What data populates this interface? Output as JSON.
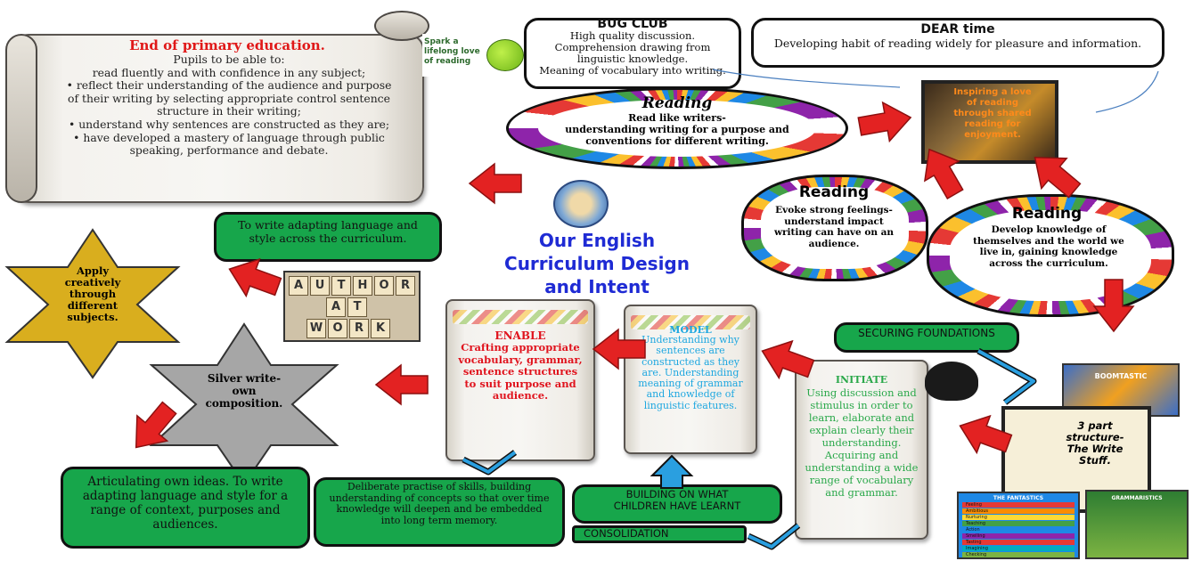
{
  "primary": {
    "title": "End of primary education.",
    "body": "Pupils to be able to:\nread fluently and with confidence in any subject;\n•   reflect their understanding of the audience and purpose of their writing by selecting appropriate control sentence structure in their writing;\n•   understand why sentences are constructed as they are;\n•   have developed a mastery of language through public speaking, performance and debate."
  },
  "bug_club_logo": {
    "text": "Spark a lifelong love of reading"
  },
  "bug_club": {
    "title": "BUG CLUB",
    "body": "High quality discussion.\nComprehension drawing from linguistic knowledge.\nMeaning of vocabulary into writing."
  },
  "dear": {
    "title": "DEAR time",
    "body": "Developing habit of reading widely for pleasure and information."
  },
  "reading_writers": {
    "title": "Reading",
    "body": "Read like writers-\nunderstanding writing for a purpose and conventions for different writing."
  },
  "book_image": {
    "text": "Inspiring a love of reading through shared reading for enjoyment."
  },
  "reading_feelings": {
    "title": "Reading",
    "body": "Evoke strong feelings-\nunderstand impact writing can have on an audience."
  },
  "reading_knowledge": {
    "title": "Reading",
    "body": "Develop knowledge of themselves and the world we live in, gaining knowledge across the curriculum."
  },
  "centre": {
    "title_lines": [
      "Our English",
      "Curriculum Design",
      "and Intent"
    ]
  },
  "adapting": {
    "text": "To write adapting language and style across the curriculum."
  },
  "gold_star": {
    "text": "Apply creatively through different subjects."
  },
  "author_at_work": {
    "tiles": [
      "A",
      "U",
      "T",
      "H",
      "O",
      "R",
      "A",
      "T",
      "W",
      "O",
      "R",
      "K"
    ]
  },
  "silver_star": {
    "text": "Silver write-own composition."
  },
  "enable": {
    "title": "ENABLE",
    "body": "Crafting appropriate vocabulary, grammar, sentence structures to suit purpose and audience."
  },
  "model": {
    "title": "MODEL",
    "body": "Understanding why sentences are constructed as they are. Understanding meaning of grammar and knowledge of linguistic features."
  },
  "initiate": {
    "title": "INITIATE",
    "body": "Using discussion and stimulus in order to learn, elaborate and explain clearly their understanding. Acquiring and understanding a wide range of vocabulary and grammar."
  },
  "securing": {
    "text": "SECURING FOUNDATIONS"
  },
  "three_part": {
    "text": "3 part structure-The Write Stuff."
  },
  "articulating": {
    "text": "Articulating own ideas. To write adapting language and style for a range of context, purposes and audiences."
  },
  "deliberate": {
    "text": "Deliberate practise of skills, building understanding of concepts so that over time knowledge will deepen and be embedded into long term memory."
  },
  "building": {
    "text": "BUILDING ON WHAT CHILDREN HAVE LEARNT"
  },
  "consolidation": {
    "text": "CONSOLIDATION"
  },
  "fantastics": {
    "title": "THE FANTASTICS",
    "rows": [
      "Feeling",
      "Ambitious",
      "Nurturing",
      "Teaching",
      "Action",
      "Smelling",
      "Tasting",
      "Imagining",
      "Checking"
    ]
  },
  "grammaristics": {
    "title": "GRAMMARISTICS"
  },
  "boomtastic": {
    "title": "BOOMTASTIC"
  },
  "colors": {
    "red_arrow": "#e32222",
    "green_box": "#17a64b",
    "title_blue": "#1f2bd4",
    "enable_red": "#e0141e",
    "model_blue": "#1ea7e0",
    "initiate_green": "#2aa84a",
    "gold_star": "#d9ae1e",
    "silver_star": "#a6a6a6",
    "blue_chevron": "#2a9fe0"
  }
}
